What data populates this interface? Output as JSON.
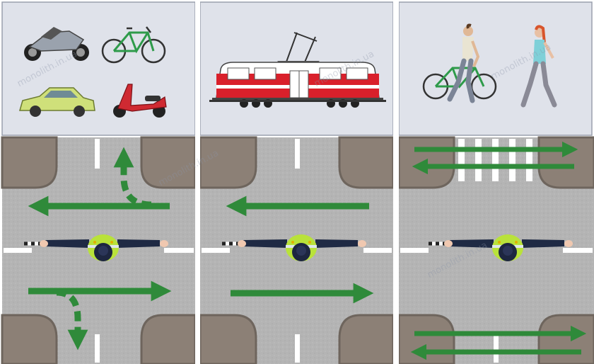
{
  "watermark": "monolith.in.ua",
  "colors": {
    "arrow": "#2f8a3a",
    "top_panel": "#dfe2ea",
    "asphalt": "#b6b6b6",
    "curb": "#8c8076",
    "vest": "#b9e23a",
    "uniform": "#1f2a44",
    "tram_red": "#d9202b"
  },
  "panels": [
    {
      "id": "left",
      "vehicles": [
        "motorcycle-icon",
        "bicycle-icon",
        "car-icon",
        "scooter-icon"
      ],
      "arrows": [
        "left-straight",
        "left-turn-up-dashed",
        "right-straight",
        "right-turn-down-dashed"
      ]
    },
    {
      "id": "middle",
      "vehicles": [
        "tram-icon"
      ],
      "arrows": [
        "left-straight",
        "right-straight"
      ]
    },
    {
      "id": "right",
      "vehicles": [
        "cyclist-walking-icon",
        "pedestrian-icon"
      ],
      "arrows": [
        "top-both-directions",
        "bottom-both-directions"
      ]
    }
  ]
}
